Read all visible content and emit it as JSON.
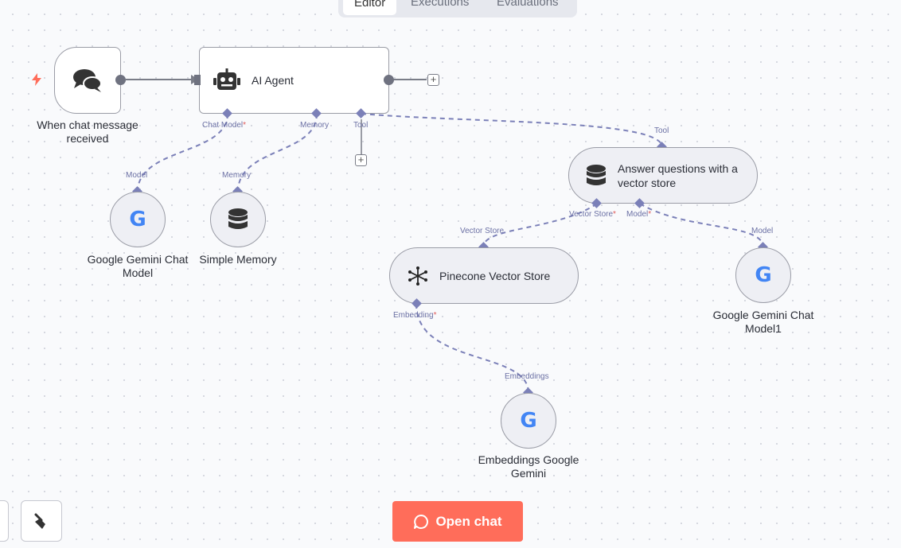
{
  "tabs": [
    {
      "label": "Editor",
      "active": true
    },
    {
      "label": "Executions",
      "active": false
    },
    {
      "label": "Evaluations",
      "active": false
    }
  ],
  "nodes": {
    "chat_trigger": {
      "label": "When chat message received",
      "icon": "chat-bubbles-icon"
    },
    "ai_agent": {
      "label": "AI Agent",
      "icon": "robot-icon"
    },
    "gemini_chat": {
      "label": "Google Gemini Chat Model",
      "icon": "google-icon"
    },
    "simple_memory": {
      "label": "Simple Memory",
      "icon": "database-icon"
    },
    "qa_vector": {
      "label": "Answer questions with a vector store",
      "icon": "database-icon"
    },
    "pinecone": {
      "label": "Pinecone Vector Store",
      "icon": "pinecone-icon"
    },
    "gemini_chat1": {
      "label": "Google Gemini Chat Model1",
      "icon": "google-icon"
    },
    "embeddings": {
      "label": "Embeddings Google Gemini",
      "icon": "google-icon"
    }
  },
  "handles": {
    "agent_chat_model": "Chat Model",
    "agent_memory": "Memory",
    "agent_tool": "Tool",
    "gemini_model": "Model",
    "memory_memory": "Memory",
    "qa_tool": "Tool",
    "qa_vector_store": "Vector Store",
    "qa_model": "Model",
    "pinecone_vector_store": "Vector Store",
    "pinecone_embedding": "Embedding",
    "gemini1_model": "Model",
    "embeddings_embeddings": "Embeddings",
    "required_marker": "*"
  },
  "buttons": {
    "open_chat": "Open chat"
  },
  "colors": {
    "accent": "#ff6d5a",
    "handle": "#7b80b8",
    "edge": "#7b80b8"
  }
}
